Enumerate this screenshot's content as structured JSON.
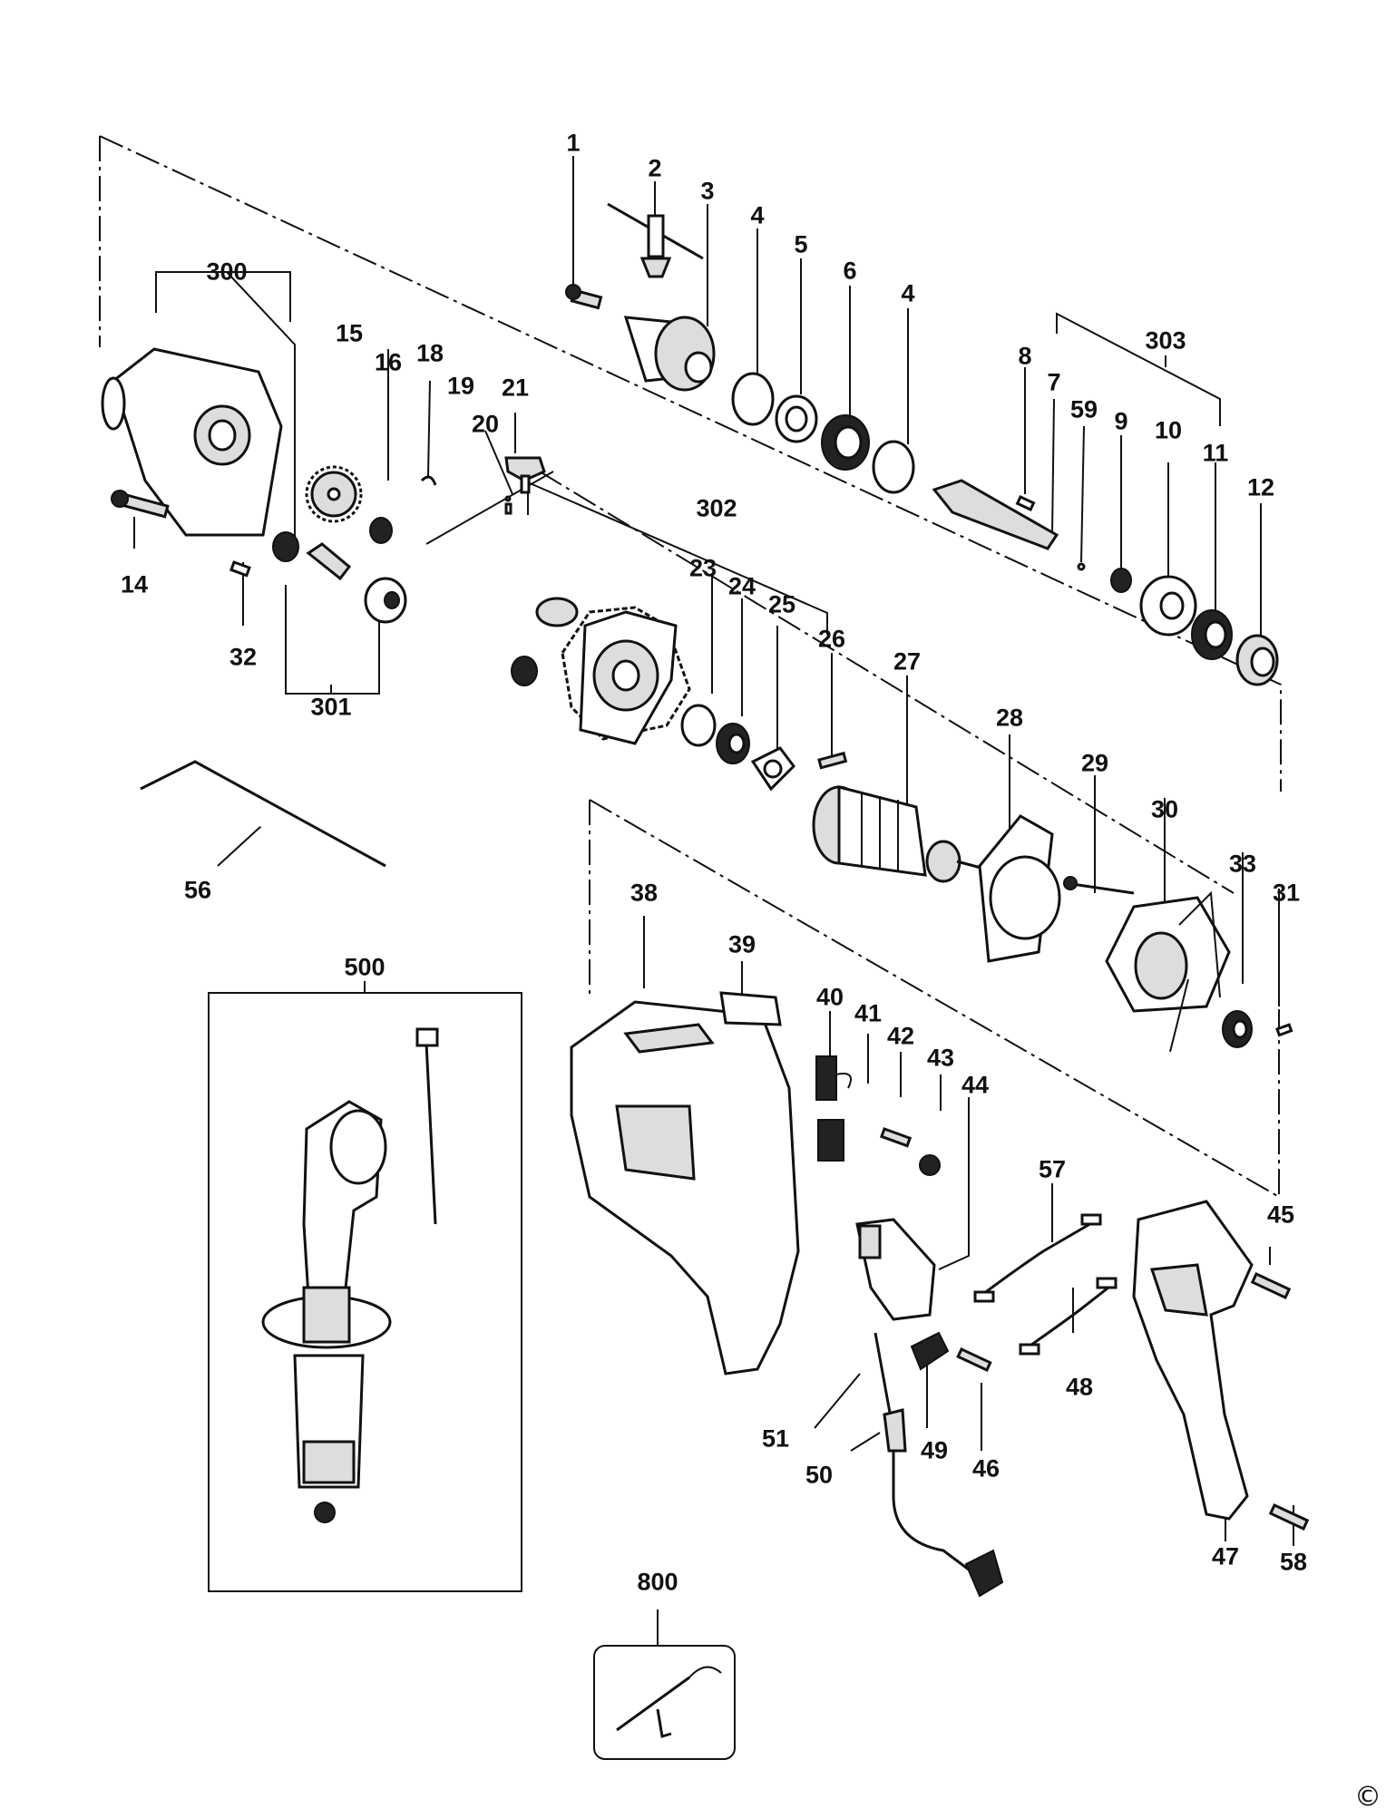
{
  "diagram": {
    "kind": "exploded parts diagram",
    "part_numbers": [
      "1",
      "2",
      "3",
      "4",
      "5",
      "6",
      "4",
      "303",
      "8",
      "7",
      "59",
      "9",
      "10",
      "11",
      "12",
      "300",
      "15",
      "16",
      "18",
      "19",
      "20",
      "21",
      "302",
      "14",
      "32",
      "301",
      "23",
      "24",
      "25",
      "26",
      "27",
      "28",
      "29",
      "30",
      "33",
      "31",
      "56",
      "38",
      "39",
      "40",
      "41",
      "42",
      "43",
      "44",
      "500",
      "57",
      "45",
      "48",
      "51",
      "50",
      "49",
      "46",
      "47",
      "58",
      "800"
    ],
    "copyright_symbol": "©"
  }
}
